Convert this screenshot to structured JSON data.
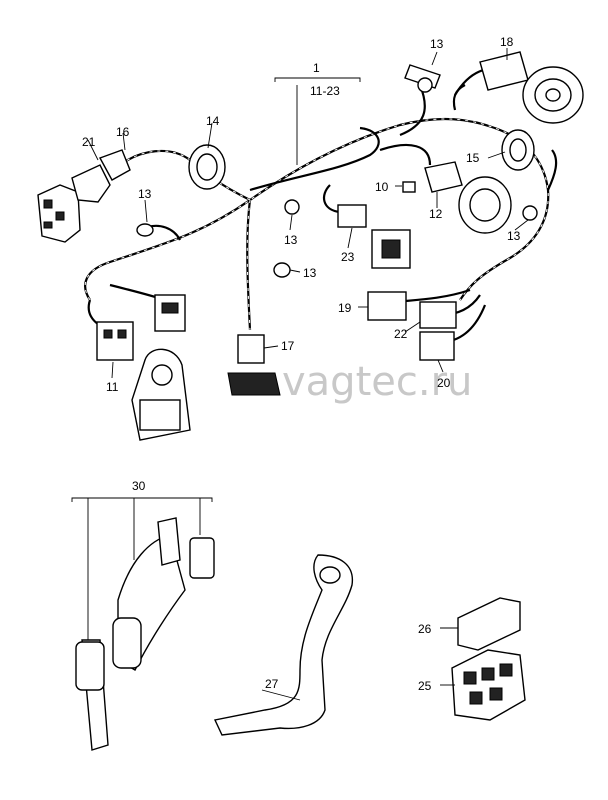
{
  "watermark": "vagtec.ru",
  "callouts": {
    "c1": "1",
    "c1_range": "11-23",
    "c10": "10",
    "c11": "11",
    "c12": "12",
    "c13a": "13",
    "c13b": "13",
    "c13c": "13",
    "c13d": "13",
    "c13e": "13",
    "c14": "14",
    "c15": "15",
    "c16": "16",
    "c17": "17",
    "c18": "18",
    "c19": "19",
    "c20": "20",
    "c21": "21",
    "c22": "22",
    "c23": "23",
    "c25": "25",
    "c26": "26",
    "c27": "27",
    "c30": "30"
  }
}
